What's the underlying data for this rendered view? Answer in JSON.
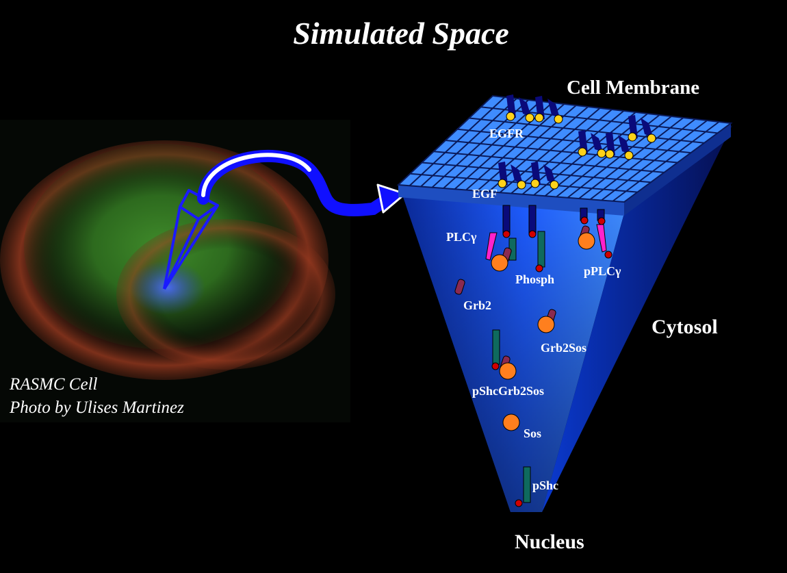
{
  "title": "Simulated Space",
  "photo": {
    "caption_line1": "RASMC Cell",
    "caption_line2": "Photo by Ulises Martinez"
  },
  "regions": {
    "membrane": "Cell Membrane",
    "cytosol": "Cytosol",
    "nucleus": "Nucleus"
  },
  "molecules": {
    "egfr": "EGFR",
    "egf": "EGF",
    "plcg": "PLCγ",
    "pplcg": "pPLCγ",
    "phosph": "Phosph",
    "grb2": "Grb2",
    "grb2sos": "Grb2Sos",
    "pshcgrb2sos": "pShcGrb2Sos",
    "sos": "Sos",
    "pshc": "pShc"
  },
  "colors": {
    "background": "#000000",
    "membrane_grid": "#3f8cff",
    "cytosol_cone": "#1a5cff",
    "receptor": "#0a0a7a",
    "ligand": "#ffd21a",
    "sos": "#ff7f1e",
    "grb2": "#8a2a50",
    "shc": "#0f6a5e",
    "phosphate": "#d00000",
    "plcg": "#ff22cc",
    "arrow": "#1010ff"
  }
}
